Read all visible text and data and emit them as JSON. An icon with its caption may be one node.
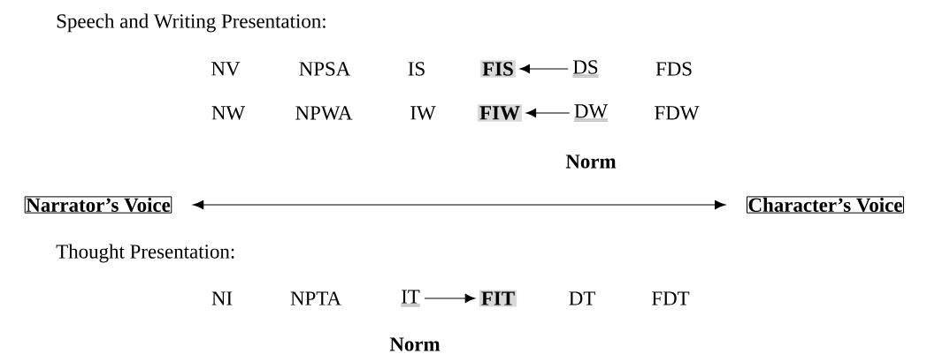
{
  "diagram": {
    "nodes": [
      {
        "text": [
          "NV"
        ]
      },
      {
        "text": [
          "NPSA"
        ]
      },
      {
        "text": [
          "IS"
        ]
      },
      {
        "text": [
          "FIS"
        ]
      },
      {
        "text": [
          "DS"
        ]
      },
      {
        "text": [
          "FDS"
        ]
      },
      {
        "text": [
          "NW"
        ]
      },
      {
        "text": [
          "NPWA"
        ]
      },
      {
        "text": [
          "IW"
        ]
      },
      {
        "text": [
          "FIW"
        ]
      },
      {
        "text": [
          "DW"
        ]
      },
      {
        "text": [
          "FDW"
        ]
      },
      {
        "text": [
          "Narrator’s Voice"
        ]
      },
      {
        "text": [
          "Character’s Voice"
        ]
      },
      {
        "text": [
          "NI"
        ]
      },
      {
        "text": [
          "NPTA"
        ]
      },
      {
        "text": [
          "IT"
        ]
      },
      {
        "text": [
          "FIT"
        ]
      },
      {
        "text": [
          "DT"
        ]
      },
      {
        "text": [
          "FDT"
        ]
      }
    ],
    "edges": [
      {
        "from": 4,
        "to": 3,
        "arrow": "to"
      },
      {
        "from": 10,
        "to": 9,
        "arrow": "to"
      },
      {
        "from": 12,
        "to": 13,
        "arrow": "both"
      },
      {
        "from": 16,
        "to": 17,
        "arrow": "to"
      }
    ],
    "labels": [
      "Speech and Writing Presentation:",
      "Norm",
      "Thought Presentation:",
      "Norm"
    ]
  }
}
